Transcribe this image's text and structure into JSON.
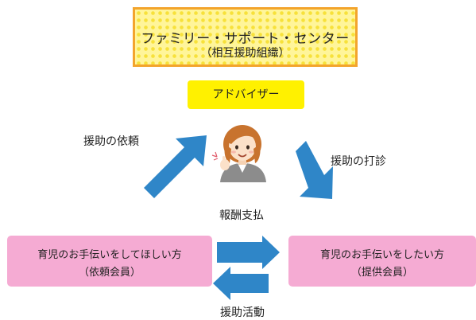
{
  "center": {
    "title": "ファミリー・サポート・センター",
    "subtitle": "（相互援助組織）"
  },
  "advisor": {
    "label": "アドバイザー"
  },
  "flows": {
    "request": "援助の依頼",
    "inquiry": "援助の打診",
    "payment": "報酬支払",
    "activity": "援助活動"
  },
  "members": {
    "requester": {
      "line1": "育児のお手伝いをしてほしい方",
      "line2": "（依頼会員）"
    },
    "provider": {
      "line1": "育児のお手伝いをしたい方",
      "line2": "（提供会員）"
    }
  },
  "colors": {
    "arrow": "#2f86c8",
    "center_border": "#f3a42c",
    "advisor_bg": "#fff100",
    "member_bg": "#f5abd3"
  },
  "icons": [
    "advisor-avatar-icon"
  ]
}
